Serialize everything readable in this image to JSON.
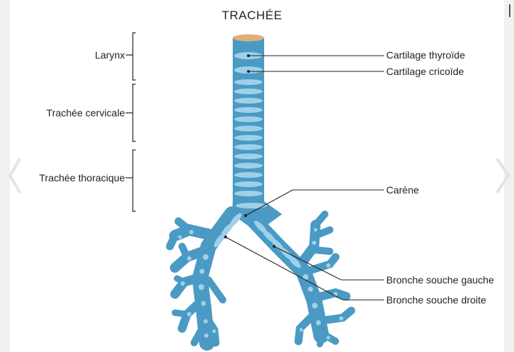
{
  "title": "TRACHÉE",
  "left_labels": {
    "larynx": "Larynx",
    "cervical": "Trachée cervicale",
    "thoracic": "Trachée thoracique"
  },
  "right_labels": {
    "thyroid": "Cartilage thyroïde",
    "cricoid": "Cartilage cricoïde",
    "carina": "Carène",
    "left_bronchus": "Bronche souche gauche",
    "right_bronchus": "Bronche souche droite"
  },
  "colors": {
    "airway": "#4a9ac4",
    "airway_light": "#9fd0ea",
    "airway_dark": "#2d7aa8",
    "cut_edge": "#d9b27a",
    "side_panel": "#f1f1f1"
  }
}
